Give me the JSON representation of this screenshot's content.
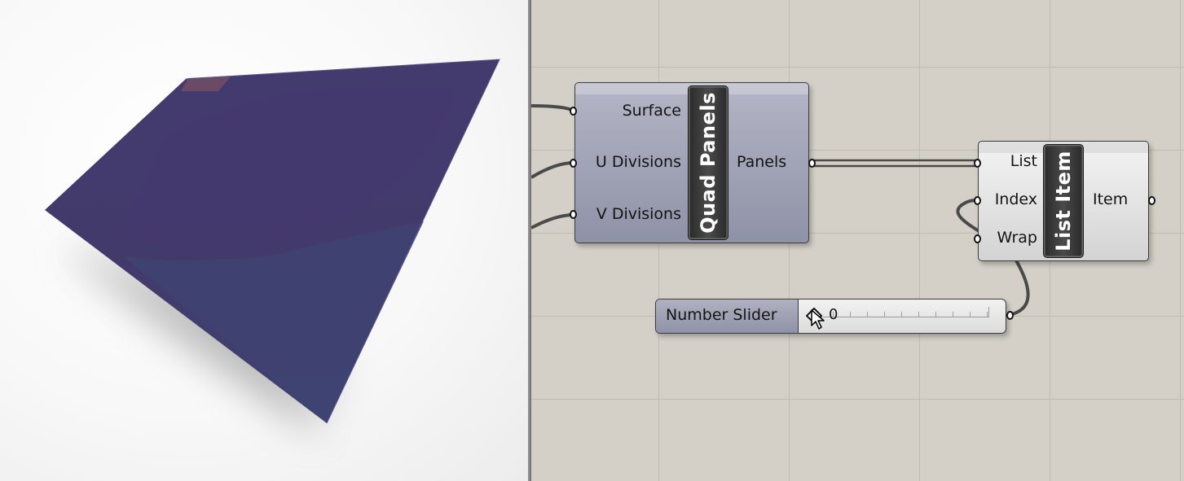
{
  "viewport": {
    "surface_color": "#433a6e",
    "corner_panel_color": "#6b4a68",
    "background_color": "#f6f6f6"
  },
  "canvas": {
    "background_color": "#d4d0c8",
    "grid_color": "#bfbbb3"
  },
  "quad_panels": {
    "nickname": "Quad Panels",
    "inputs": [
      "Surface",
      "U Divisions",
      "V Divisions"
    ],
    "outputs": [
      "Panels"
    ]
  },
  "list_item": {
    "nickname": "List Item",
    "inputs": [
      "List",
      "Index",
      "Wrap"
    ],
    "outputs": [
      "Item"
    ]
  },
  "number_slider": {
    "label": "Number Slider",
    "value": "0"
  },
  "icons": {
    "slider_grip": "diamond-grip-icon",
    "cursor": "arrow-cursor-icon"
  }
}
